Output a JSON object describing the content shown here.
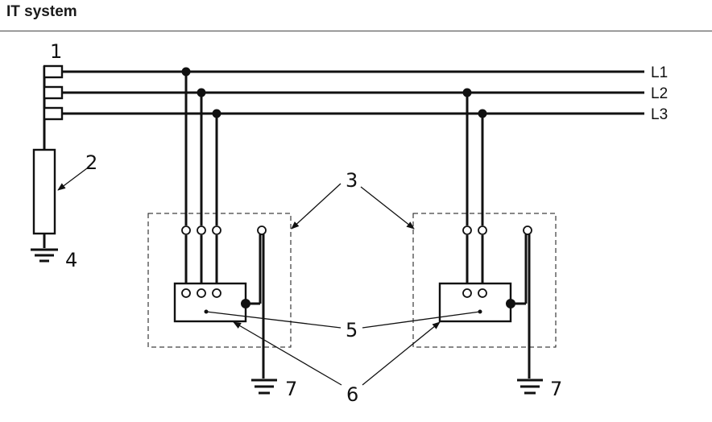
{
  "title": "IT system",
  "lines": {
    "l1": "L1",
    "l2": "L2",
    "l3": "L3"
  },
  "callouts": {
    "c1": "1",
    "c2": "2",
    "c3": "3",
    "c4": "4",
    "c5": "5",
    "c6": "6",
    "c7a": "7",
    "c7b": "7"
  }
}
